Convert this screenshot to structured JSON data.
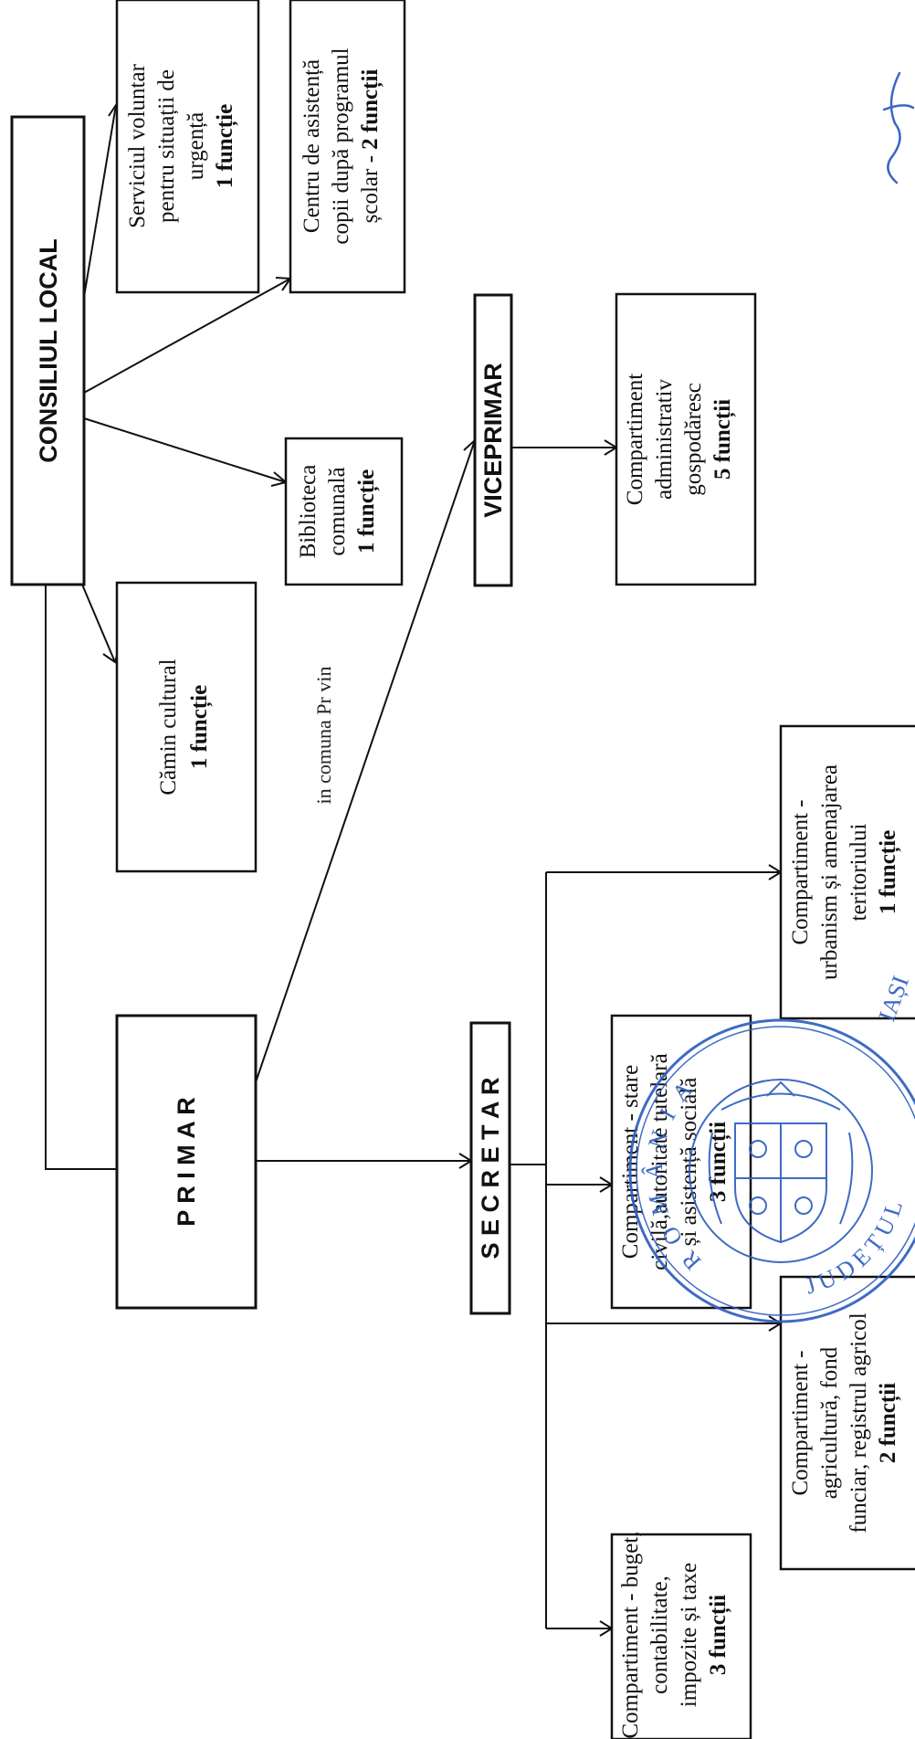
{
  "top_fragment": "in comuna Pr vin",
  "boxes": {
    "consiliu": {
      "label": "CONSILIUL LOCAL"
    },
    "primar": {
      "label": "P R I M A R"
    },
    "secretar": {
      "label": "S E C R E T A R"
    },
    "viceprimar": {
      "label": "VICEPRIMAR"
    },
    "serviciu": {
      "lines": [
        "Serviciul voluntar",
        "pentru situații de",
        "urgență"
      ],
      "count": "1 funcție"
    },
    "centru": {
      "lines": [
        "Centru de asistență",
        "copii după programul"
      ],
      "last_plain": "școlar - ",
      "count": "2 funcții"
    },
    "biblioteca": {
      "lines": [
        "Biblioteca",
        "comunală"
      ],
      "count": "1 funcție"
    },
    "camin": {
      "lines": [
        "Cămin cultural"
      ],
      "count": "1 funcție"
    },
    "gospodaresc": {
      "lines": [
        "Compartiment",
        "administrativ",
        "gospodăresc"
      ],
      "count": "5 funcții"
    },
    "urbanism": {
      "lines": [
        "Compartiment -",
        "urbanism și amenajarea",
        "teritoriului"
      ],
      "count": "1 funcție"
    },
    "stare_civila": {
      "lines": [
        "Compartiment - stare",
        "civilă,autoritate tutelară",
        "și asistență socială"
      ],
      "count": "3 funcții"
    },
    "agricultura": {
      "lines": [
        "Compartiment -",
        "agricultură, fond",
        "funciar, registrul agricol"
      ],
      "count": "2 funcții"
    },
    "buget": {
      "lines": [
        "Compartiment - buget,",
        "contabilitate,",
        "impozite și taxe"
      ],
      "count": "3 funcții"
    }
  },
  "stamp": {
    "top_text": "ROMÂNIA",
    "bottom_text": "JUDEȚUL",
    "side_text": "IAȘI"
  },
  "colors": {
    "ink": "#111111",
    "stamp": "#2e5fbf",
    "signature": "#3a66c4"
  }
}
